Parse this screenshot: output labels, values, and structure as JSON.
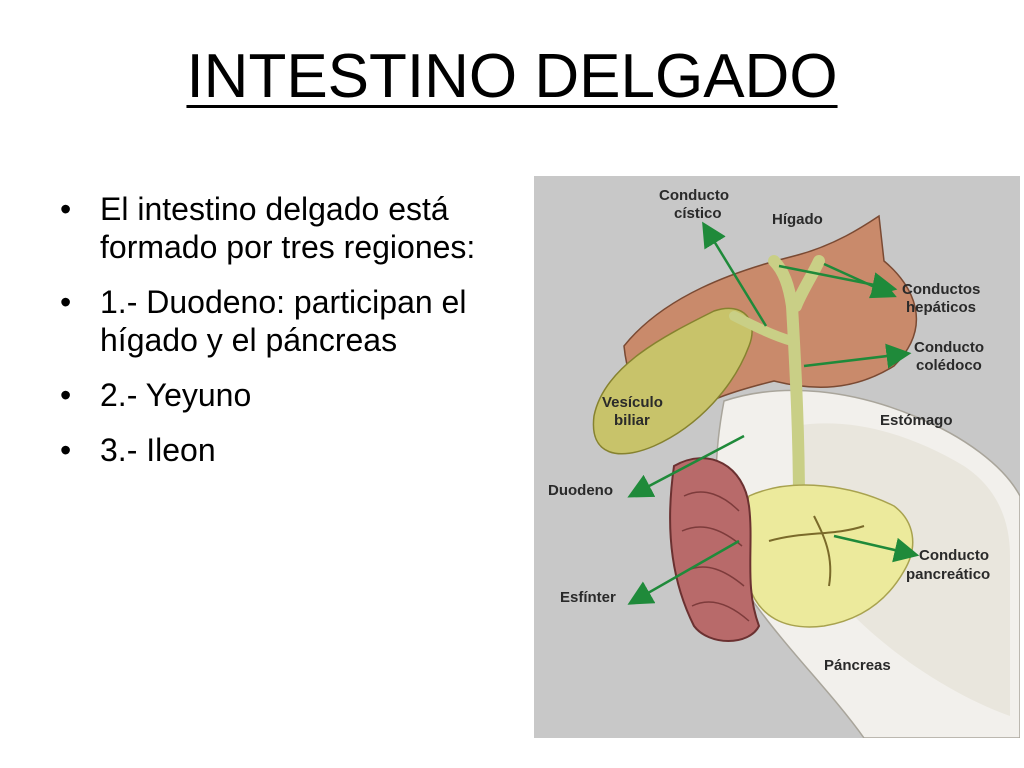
{
  "slide": {
    "title": "INTESTINO DELGADO",
    "bullets": [
      "El intestino delgado está formado por tres regiones:",
      "1.- Duodeno: participan el hígado y el páncreas",
      "2.- Yeyuno",
      "3.- Ileon"
    ]
  },
  "figure": {
    "labels": {
      "conducto_cistico_1": "Conducto",
      "conducto_cistico_2": "cístico",
      "higado": "Hígado",
      "conductos_hepaticos_1": "Conductos",
      "conductos_hepaticos_2": "hepáticos",
      "conducto_coledoco_1": "Conducto",
      "conducto_coledoco_2": "colédoco",
      "vesicula_1": "Vesículo",
      "vesicula_2": "biliar",
      "estomago": "Estómago",
      "duodeno": "Duodeno",
      "conducto_pancreatico_1": "Conducto",
      "conducto_pancreatico_2": "pancreático",
      "esfinter": "Esfínter",
      "pancreas": "Páncreas"
    },
    "colors": {
      "background": "#c8c8c8",
      "liver": "#c98a6b",
      "gallbladder": "#c8c36a",
      "duct": "#c9cf86",
      "stomach": "#f2f0ec",
      "duodenum": "#b86a6a",
      "pancreas": "#ecea9c",
      "arrow": "#1f8a3a"
    }
  }
}
